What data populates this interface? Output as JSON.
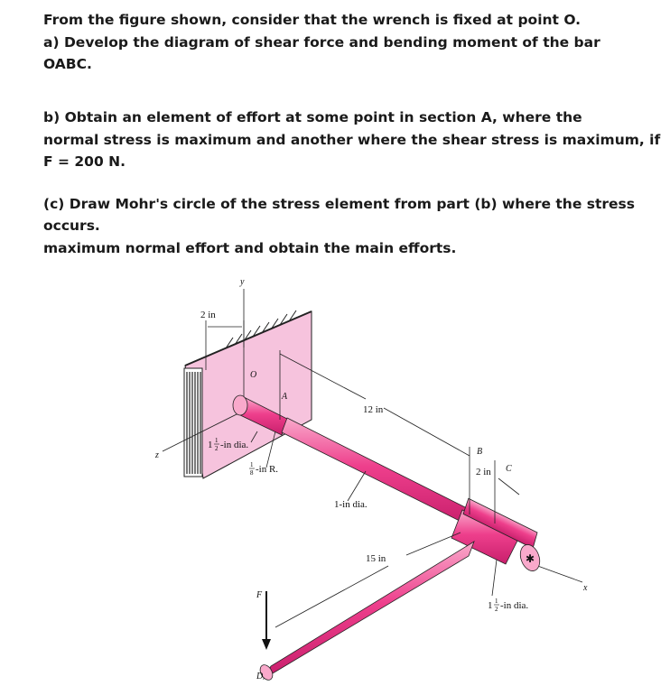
{
  "question": {
    "intro": "From the figure shown, consider that the wrench is fixed at point O.",
    "part_a_line1": "a) Develop the diagram of shear force and bending moment of the bar",
    "part_a_line2": "OABC.",
    "part_b_line1": "b) Obtain an element of effort at some point in section A, where the",
    "part_b_line2": "normal stress is maximum and another where the shear stress is maximum, if",
    "part_b_line3": "F = 200 N.",
    "part_c_line1": "(c) Draw Mohr's circle of the stress element from part (b) where the stress",
    "part_c_line2": "occurs.",
    "part_c_line3": "maximum normal effort and obtain the main efforts."
  },
  "figure": {
    "labels": {
      "two_in_top": "2 in",
      "y_axis": "y",
      "z_axis": "z",
      "x_axis": "x",
      "point_o": "O",
      "point_a": "A",
      "point_b": "B",
      "point_c": "C",
      "point_d": "D",
      "force_f": "F",
      "twelve_in": "12 in",
      "fifteen_in": "15 in",
      "one_in_dia": "1-in dia.",
      "dia_left_whole": "1",
      "dia_left_frac_num": "1",
      "dia_left_frac_den": "2",
      "dia_left_suffix": "-in dia.",
      "radius_frac_num": "1",
      "radius_frac_den": "8",
      "radius_suffix": "-in R.",
      "two_in_right": "2 in",
      "dia_right_whole": "1",
      "dia_right_frac_num": "1",
      "dia_right_frac_den": "2",
      "dia_right_suffix": "-in dia."
    },
    "colors": {
      "bar_pink": "#ee3f8c",
      "bar_highlight": "#f9a9cb",
      "wall_pink": "#f6c3dd"
    }
  }
}
